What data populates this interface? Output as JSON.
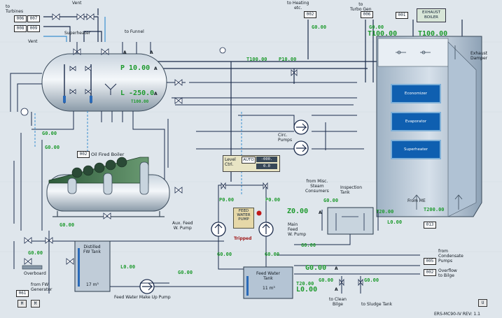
{
  "colors": {
    "pipe": "#1a2a4a",
    "steam": "#3a8fd0",
    "glyph": "#1e9a2e",
    "panel": "#0f5fb0",
    "eco_fill": "#b8c8d8"
  },
  "top": {
    "to_turbines": "to\nTurbines",
    "to_heating": "to Heating\netc.",
    "to_turbo_gen": "to\nTurbo Gen",
    "vent_top": "Vent",
    "vent_left": "Vent",
    "superheater": "Superheater",
    "to_funnel": "to Funnel",
    "tag_006": "006",
    "tag_007": "007",
    "tag_008": "008",
    "tag_009": "009",
    "tag_002_heat": "002",
    "tag_006_gen": "006",
    "tag_001": "001",
    "exhaust_boiler_btn": "EXHAUST\nBOILER",
    "g_heat": "G0.00",
    "g_gen": "G0.00",
    "t_100_a": "T100.00",
    "t_100_b": "T100.00",
    "a1": "A",
    "a2": "A",
    "t100_line": "T100.00",
    "p10_line": "P10.00"
  },
  "boiler": {
    "pressure": "P 10.00",
    "level": "L -250.0",
    "temp": "T100.00",
    "a_p": "A",
    "a_l": "A",
    "g_overflow": "G0.00",
    "g_fired": "G0.00",
    "tag_002": "002",
    "fired_label": "Oil Fired Boiler"
  },
  "exhaust": {
    "exhaust_damper": "Exhaust\nDamper",
    "economizer": "Economizer",
    "evaporator": "Evaporator",
    "superheater": "Superheater",
    "from_me": "From ME",
    "t200": "T200.00",
    "tag_013": "013"
  },
  "pumps": {
    "circ": "Circ.\nPumps",
    "level_ctrl": "Level\nCtrl.",
    "auto": "AUTO",
    "lvl_a": "-000.",
    "lvl_b": "0.0",
    "feed_water_pump": "FEED\nWATER\nPUMP",
    "tripped": "Tripped",
    "aux": "Aux. Feed\nW. Pump",
    "main": "Main\nFeed\nW. Pump",
    "p_aux": "P0.00",
    "p_main": "P0.00",
    "g_aux": "G0.00",
    "g_main": "G0.00",
    "make_up": "Feed Water Make Up Pump"
  },
  "tanks": {
    "fw_tank": "Feed Water\nTank",
    "fw_volume": "11 m³",
    "fw_temp": "T20.00",
    "fw_level": "L0.00",
    "fw_g": "G0.00",
    "fw_a1": "A",
    "fw_a2": "A",
    "distilled": "Distilled\nFW Tank",
    "dist_volume": "17 m³",
    "dist_level": "L0.00",
    "insp_tank": "Inspection\nTank",
    "misc": "from Misc.\nSteam\nConsumers",
    "insp_z": "Z0.00",
    "insp_t": "T20.00",
    "insp_l": "L0.00",
    "insp_g1": "G0.00",
    "insp_g2": "G0.00",
    "insp_a": "A",
    "g_ovfl": "G0.00",
    "g_misc": "G0.00"
  },
  "bottom": {
    "overboard": "Overboard",
    "from_fw_gen": "from FW\nGenerator",
    "tag_061": "061",
    "m1": "M",
    "m2": "M",
    "g_makeup": "G0.00",
    "from_condensate": "from\nCondensate\nPumps",
    "overflow_bilge": "Overflow\nto Bilge",
    "tag_005": "005",
    "tag_002b": "002",
    "to_clean_bilge": "to Clean\nBilge",
    "to_sludge": "to Sludge Tank",
    "g_clean": "G0.00",
    "g_sludge": "G0.00",
    "u": "U",
    "doc_id": "ERS-MC90-IV  REV: 1.1",
    "g_left": "G0.00",
    "g_left2": "G0.00"
  }
}
